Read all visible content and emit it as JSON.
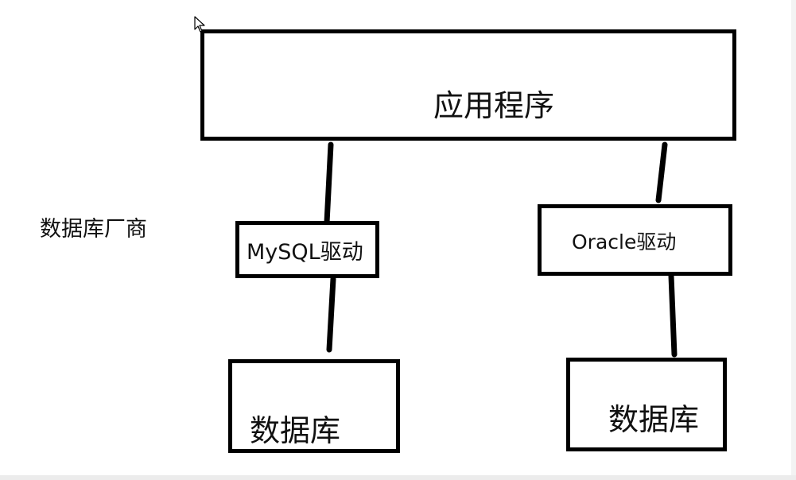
{
  "diagram": {
    "app_label": "应用程序",
    "vendor_label": "数据库厂商",
    "mysql_driver_label": "MySQL驱动",
    "oracle_driver_label": "Oracle驱动",
    "database_left_label": "数据库",
    "database_right_label": "数据库"
  },
  "colors": {
    "stroke": "#000000",
    "background": "#ffffff"
  }
}
